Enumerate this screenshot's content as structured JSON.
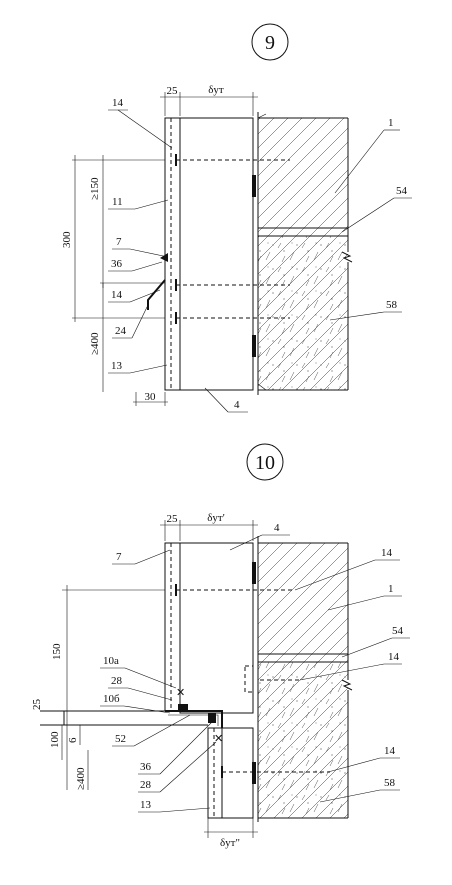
{
  "detail_9": {
    "number": "9",
    "dims": {
      "top_25": "25",
      "delta_top": "δут",
      "left_150": "≥150",
      "left_300": "300",
      "left_400": "≥400",
      "bottom_30": "30"
    },
    "callouts": [
      "14",
      "11",
      "7",
      "36",
      "14",
      "24",
      "13",
      "4",
      "1",
      "54",
      "58"
    ]
  },
  "detail_10": {
    "number": "10",
    "dims": {
      "top_25": "25",
      "delta_top": "δут'",
      "left_150": "150",
      "left_25": "25",
      "left_100": "100",
      "left_6": "6",
      "left_400": "≥400",
      "bottom_delta": "δут\""
    },
    "callouts": [
      "4",
      "7",
      "14",
      "1",
      "54",
      "10а",
      "28",
      "10б",
      "14",
      "52",
      "36",
      "28",
      "13",
      "14",
      "58"
    ]
  }
}
